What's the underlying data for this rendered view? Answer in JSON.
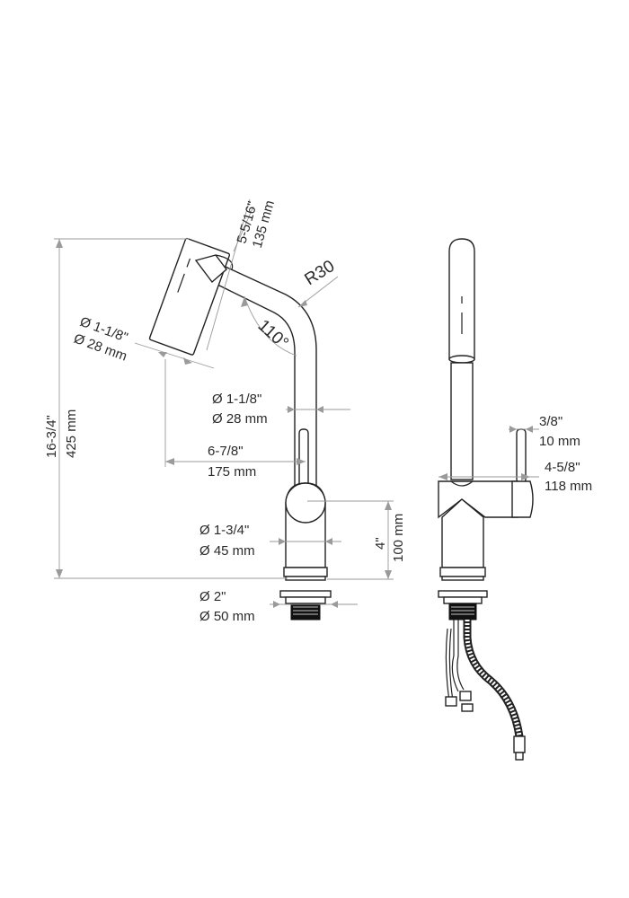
{
  "dimensions": {
    "spray_head_length": {
      "imperial": "5-5/16\"",
      "metric": "135 mm"
    },
    "bend_radius": "R30",
    "swing_angle": "110°",
    "spray_head_diameter": {
      "imperial": "Ø 1-1/8\"",
      "metric": "Ø 28 mm"
    },
    "spout_diameter": {
      "imperial": "Ø 1-1/8\"",
      "metric": "Ø 28 mm"
    },
    "overall_height": {
      "imperial": "16-3/4\"",
      "metric": "425 mm"
    },
    "reach": {
      "imperial": "6-7/8\"",
      "metric": "175 mm"
    },
    "body_height": {
      "imperial": "4\"",
      "metric": "100 mm"
    },
    "body_diameter": {
      "imperial": "Ø 1-3/4\"",
      "metric": "Ø 45 mm"
    },
    "base_diameter": {
      "imperial": "Ø 2\"",
      "metric": "Ø 50 mm"
    },
    "handle_diameter": {
      "imperial": "3/8\"",
      "metric": "10 mm"
    },
    "handle_reach": {
      "imperial": "4-5/8\"",
      "metric": "118 mm"
    }
  }
}
